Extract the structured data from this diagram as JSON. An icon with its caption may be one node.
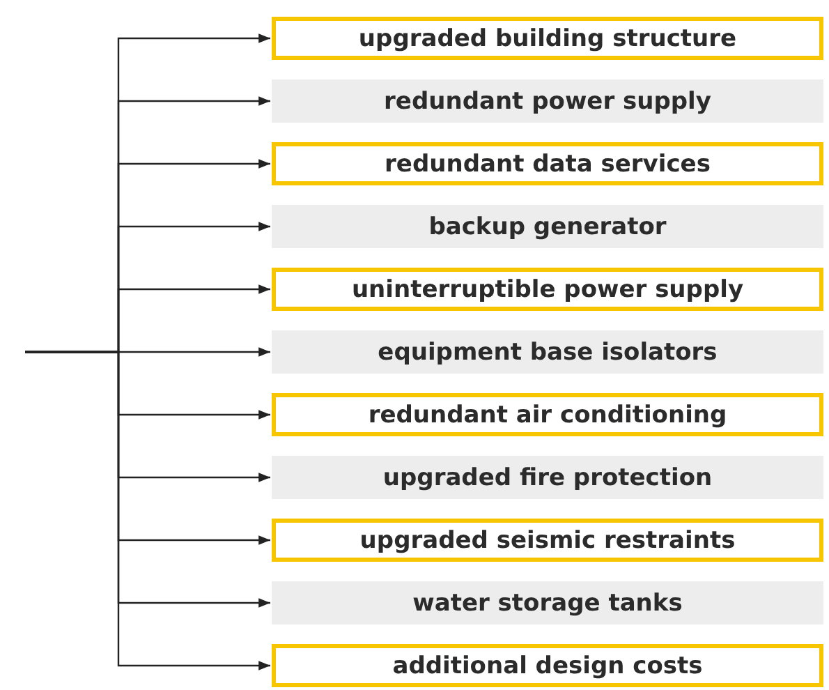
{
  "diagram": {
    "nodes": [
      {
        "text": [
          "upgraded building structure"
        ]
      },
      {
        "text": [
          "redundant power supply"
        ]
      },
      {
        "text": [
          "redundant data services"
        ]
      },
      {
        "text": [
          "backup generator"
        ]
      },
      {
        "text": [
          "uninterruptible power supply"
        ]
      },
      {
        "text": [
          "equipment base isolators"
        ]
      },
      {
        "text": [
          "redundant air conditioning"
        ]
      },
      {
        "text": [
          "upgraded fire protection"
        ]
      },
      {
        "text": [
          "upgraded seismic restraints"
        ]
      },
      {
        "text": [
          "water storage tanks"
        ]
      },
      {
        "text": [
          "additional design costs"
        ]
      }
    ],
    "edges": [
      {
        "from": null,
        "to": 0,
        "arrow": "to"
      },
      {
        "from": null,
        "to": 1,
        "arrow": "to"
      },
      {
        "from": null,
        "to": 2,
        "arrow": "to"
      },
      {
        "from": null,
        "to": 3,
        "arrow": "to"
      },
      {
        "from": null,
        "to": 4,
        "arrow": "to"
      },
      {
        "from": null,
        "to": 5,
        "arrow": "to"
      },
      {
        "from": null,
        "to": 6,
        "arrow": "to"
      },
      {
        "from": null,
        "to": 7,
        "arrow": "to"
      },
      {
        "from": null,
        "to": 8,
        "arrow": "to"
      },
      {
        "from": null,
        "to": 9,
        "arrow": "to"
      },
      {
        "from": null,
        "to": 10,
        "arrow": "to"
      }
    ]
  }
}
